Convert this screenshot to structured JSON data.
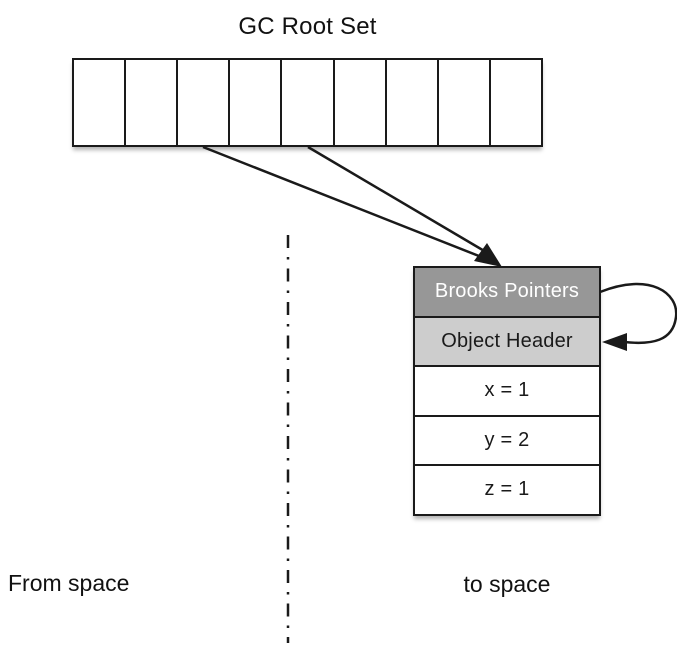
{
  "title": "GC Root Set",
  "root_set": {
    "cell_count": 9
  },
  "object": {
    "rows": [
      {
        "label": "Brooks Pointers",
        "bg": "#979797",
        "color": "#ffffff"
      },
      {
        "label": "Object Header",
        "bg": "#cdcdcd",
        "color": "#1a1a1a"
      },
      {
        "label": "x = 1",
        "bg": "#ffffff",
        "color": "#1a1a1a"
      },
      {
        "label": "y = 2",
        "bg": "#ffffff",
        "color": "#1a1a1a"
      },
      {
        "label": "z = 1",
        "bg": "#ffffff",
        "color": "#1a1a1a"
      }
    ]
  },
  "labels": {
    "from_space": "From space",
    "to_space": "to space"
  },
  "colors": {
    "line": "#1a1a1a",
    "brooks_row_bg": "#979797",
    "object_header_bg": "#cdcdcd",
    "background": "#ffffff"
  }
}
